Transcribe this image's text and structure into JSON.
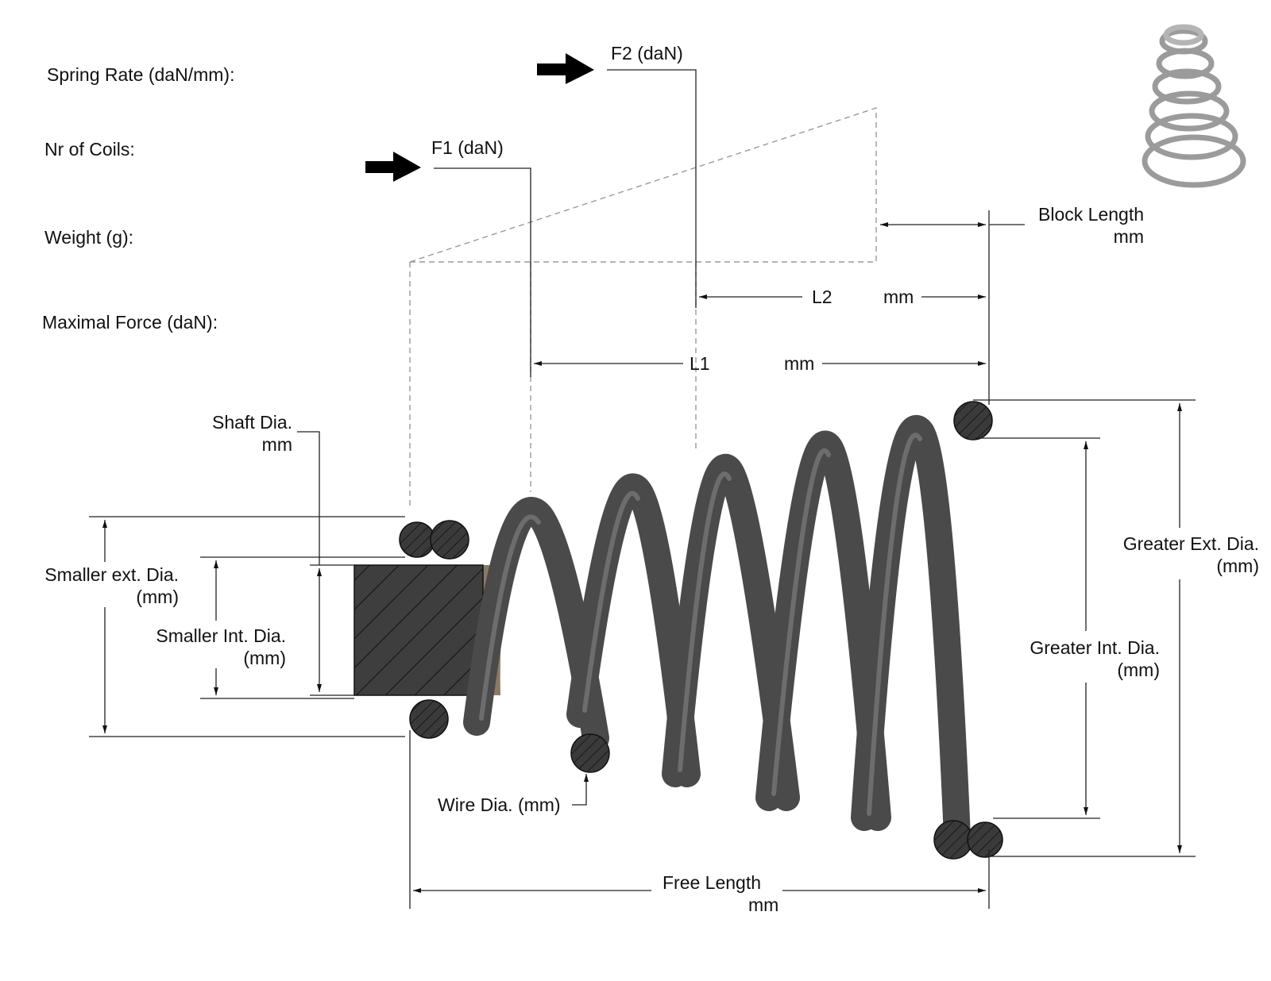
{
  "properties": {
    "spring_rate_label": "Spring Rate (daN/mm):",
    "nr_coils_label": "Nr of Coils:",
    "weight_label": "Weight (g):",
    "max_force_label": "Maximal Force (daN):"
  },
  "forces": {
    "f1_label": "F1 (daN)",
    "f2_label": "F2 (daN)"
  },
  "lengths": {
    "block_length_label": "Block Length",
    "block_length_unit": "mm",
    "l1_label": "L1",
    "l1_unit": "mm",
    "l2_label": "L2",
    "l2_unit": "mm",
    "free_length_label": "Free Length",
    "free_length_unit": "mm"
  },
  "diameters": {
    "shaft_label": "Shaft Dia.",
    "shaft_unit": "mm",
    "smaller_ext_label": "Smaller ext. Dia.",
    "smaller_ext_unit": "(mm)",
    "smaller_int_label": "Smaller Int. Dia.",
    "smaller_int_unit": "(mm)",
    "greater_ext_label": "Greater Ext. Dia.",
    "greater_ext_unit": "(mm)",
    "greater_int_label": "Greater Int. Dia.",
    "greater_int_unit": "(mm)",
    "wire_label": "Wire Dia. (mm)"
  },
  "colors": {
    "coil": "#5a5a5a",
    "coil_highlight": "#8a8a8a",
    "shaft_section": "#3e3e3e",
    "shaft_sleeve": "#8b7a66",
    "dimension_line": "#222222",
    "phantom_line": "#9a9a9a"
  }
}
